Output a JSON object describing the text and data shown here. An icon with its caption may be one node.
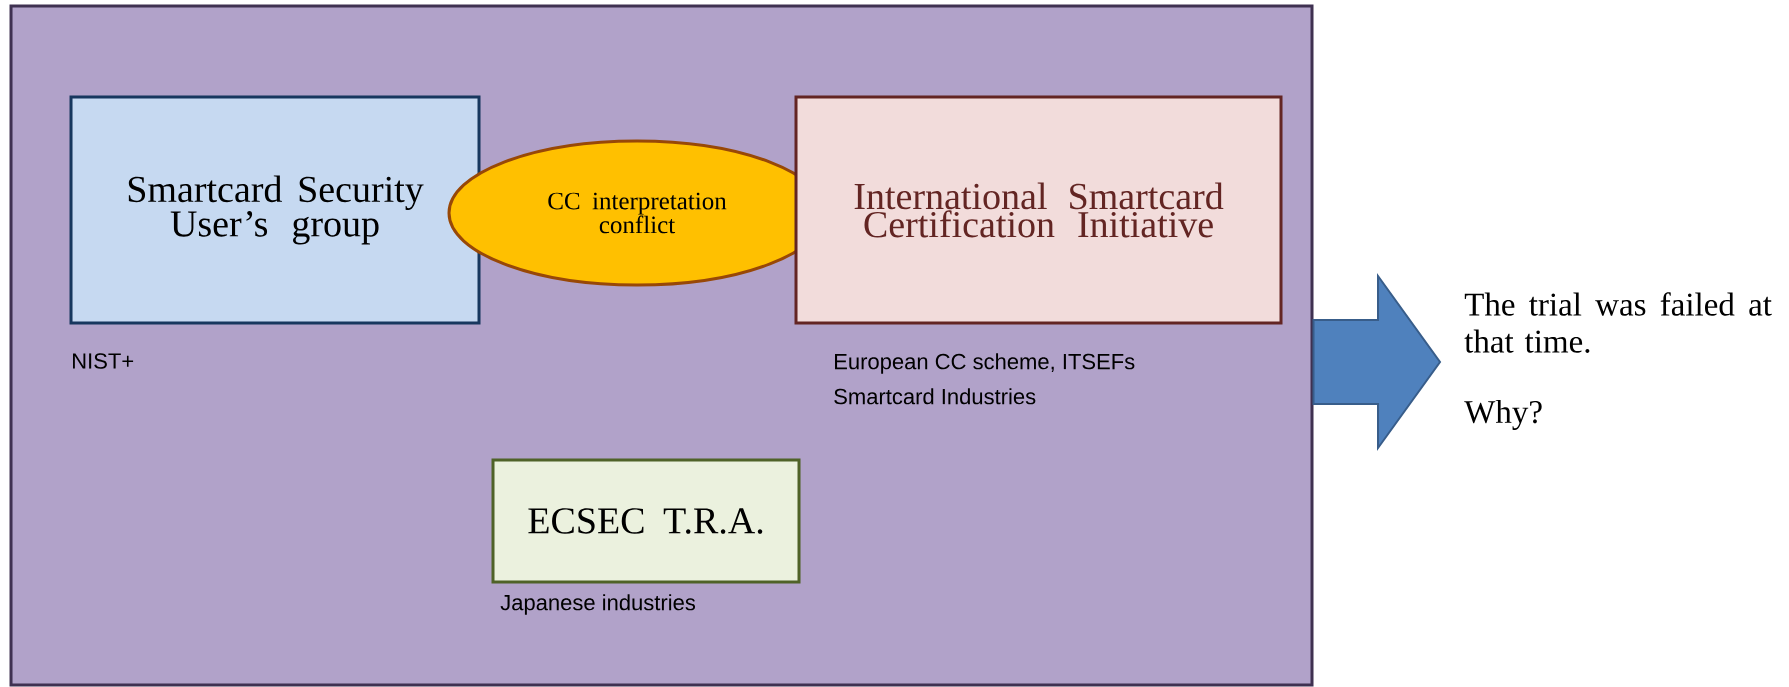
{
  "diagram": {
    "nodes": [
      {
        "text": [],
        "shape": "box"
      },
      {
        "text": [
          "Smartcard Security User’s group"
        ],
        "in": 0,
        "beside": [
          "NIST+"
        ]
      },
      {
        "text": [
          "CC interpretation conflict"
        ],
        "in": 0
      },
      {
        "text": [
          "International Smartcard Certification Initiative"
        ],
        "in": 0,
        "beside": [
          "European CC scheme, ITSEFs",
          "Smartcard Industries"
        ]
      },
      {
        "text": [
          "ECSEC T.R.A."
        ],
        "in": 0,
        "beside": [
          "Japanese industries"
        ]
      },
      {
        "text": [
          "The trial was failed at that time.",
          "Why?"
        ]
      }
    ],
    "edges": [
      {
        "from": 0,
        "to": 5,
        "arrow": "to",
        "style": "thick"
      }
    ]
  }
}
